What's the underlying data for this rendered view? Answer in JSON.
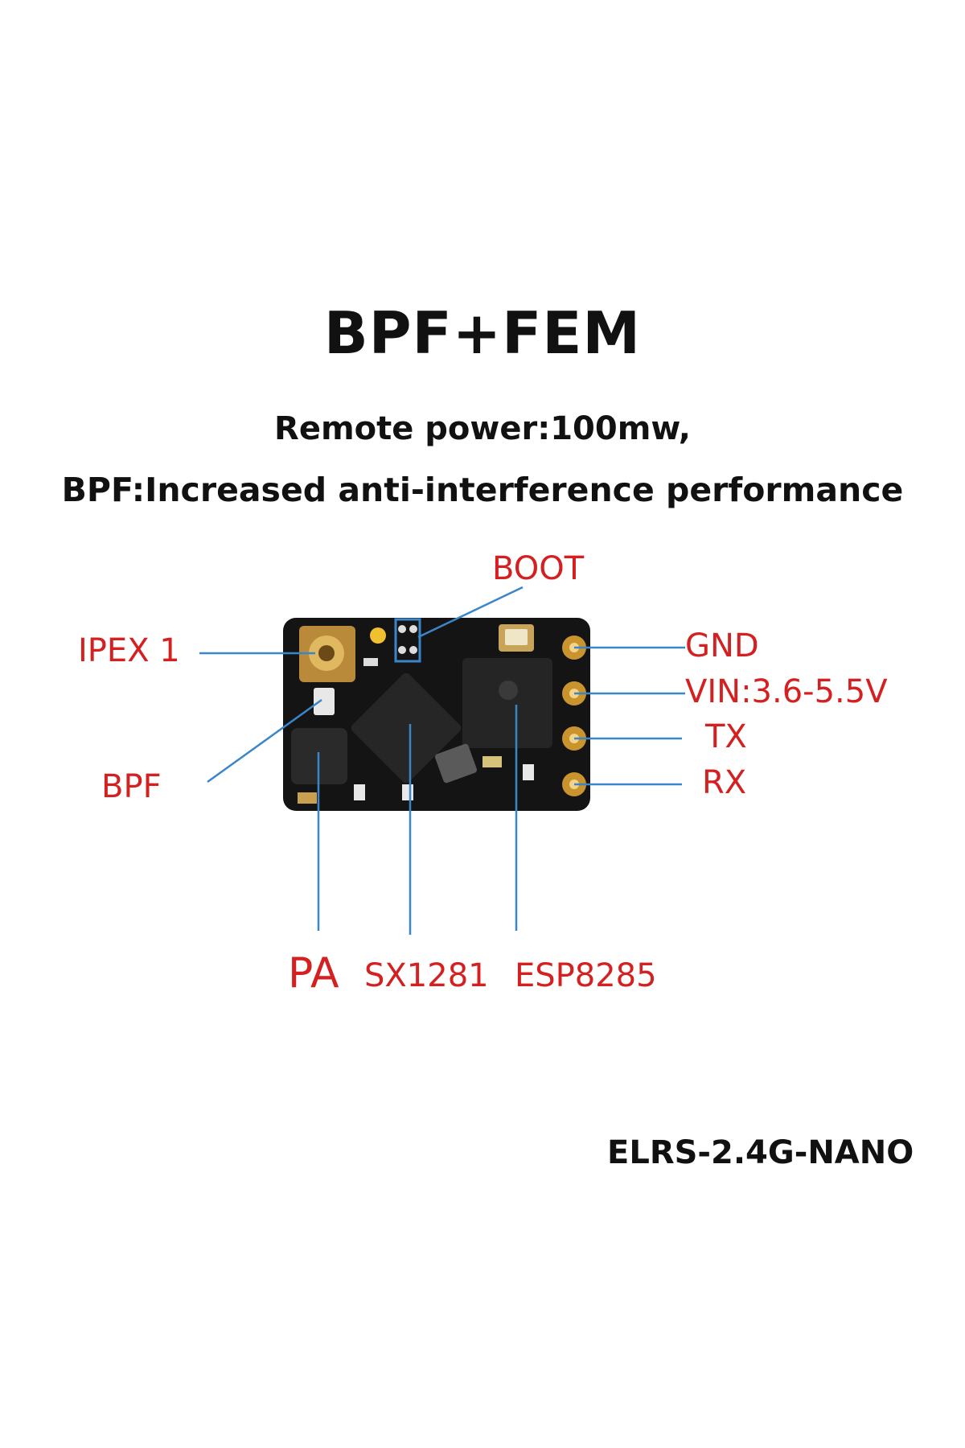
{
  "title": "BPF+FEM",
  "subtitle_lines": [
    "Remote power:100mw,",
    "BPF:Increased anti-interference performance"
  ],
  "labels": {
    "boot": "BOOT",
    "ipex": "IPEX 1",
    "bpf": "BPF",
    "gnd": "GND",
    "vin": "VIN:3.6-5.5V",
    "tx": "TX",
    "rx": "RX",
    "pa": "PA",
    "sx1281": "SX1281",
    "esp8285": "ESP8285"
  },
  "model": "ELRS-2.4G-NANO",
  "colors": {
    "label_red": "#d42020",
    "leader_blue": "#3a86c8",
    "pcb_black": "#141414",
    "gold": "#c9932e"
  }
}
